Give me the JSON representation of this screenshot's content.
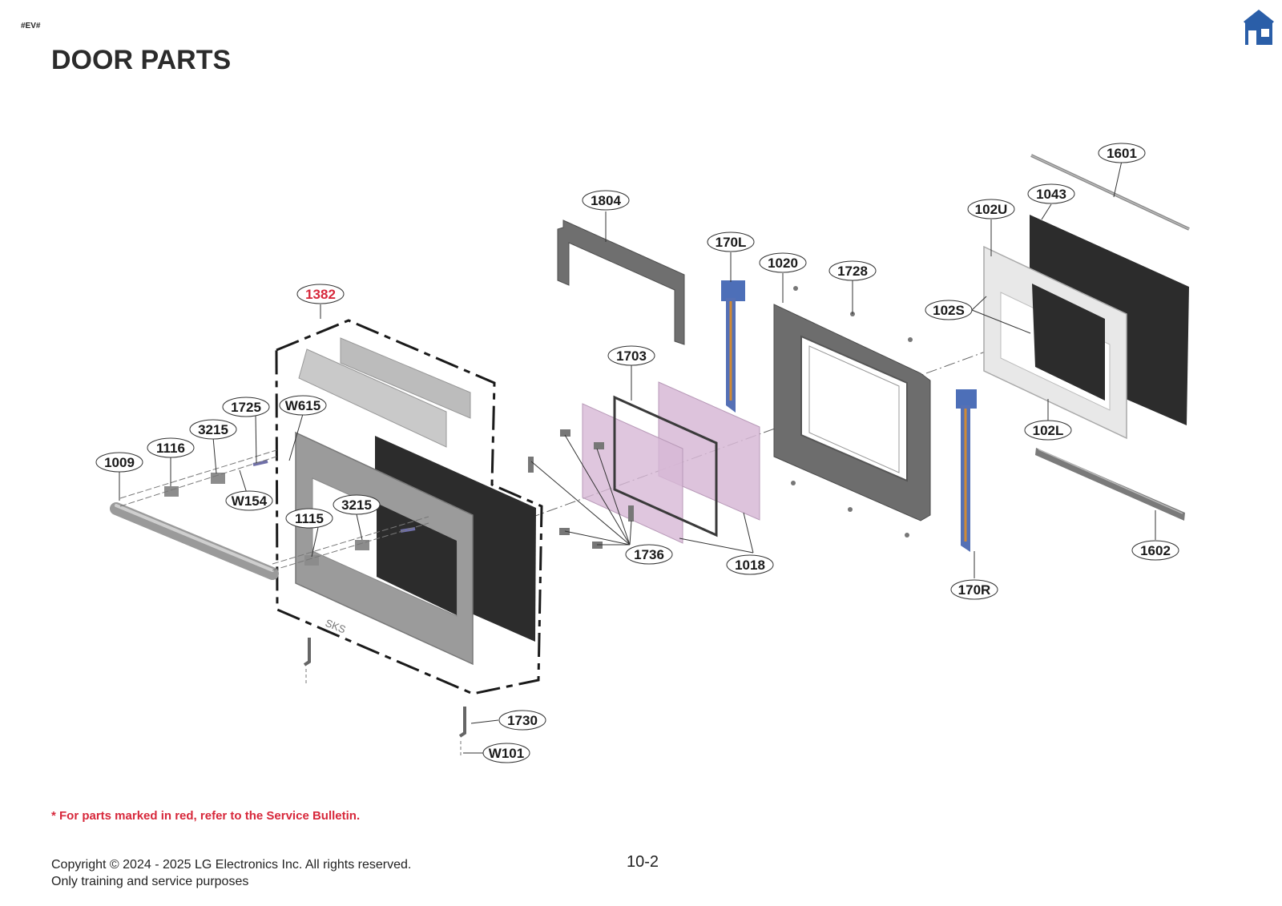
{
  "header": {
    "tag": "#EV#",
    "title": "DOOR PARTS",
    "home_icon": "home-icon"
  },
  "colors": {
    "red_note": "#d7283b",
    "home_blue": "#2a5ea8",
    "glass_pink": "#d7b8d6",
    "dark_panel": "#2b2b2b",
    "steel_gray": "#8a8a8a"
  },
  "parts": [
    {
      "id": "1601",
      "label": "1601",
      "red": false
    },
    {
      "id": "1043",
      "label": "1043",
      "red": false
    },
    {
      "id": "102U",
      "label": "102U",
      "red": false
    },
    {
      "id": "1804",
      "label": "1804",
      "red": false
    },
    {
      "id": "170L",
      "label": "170L",
      "red": false
    },
    {
      "id": "1020",
      "label": "1020",
      "red": false
    },
    {
      "id": "1728",
      "label": "1728",
      "red": false
    },
    {
      "id": "102S",
      "label": "102S",
      "red": false
    },
    {
      "id": "1382",
      "label": "1382",
      "red": true
    },
    {
      "id": "1703",
      "label": "1703",
      "red": false
    },
    {
      "id": "1725",
      "label": "1725",
      "red": false
    },
    {
      "id": "W615",
      "label": "W615",
      "red": false
    },
    {
      "id": "3215a",
      "label": "3215",
      "red": false
    },
    {
      "id": "1116",
      "label": "1116",
      "red": false
    },
    {
      "id": "1009",
      "label": "1009",
      "red": false
    },
    {
      "id": "W154",
      "label": "W154",
      "red": false
    },
    {
      "id": "3215b",
      "label": "3215",
      "red": false
    },
    {
      "id": "1115",
      "label": "1115",
      "red": false
    },
    {
      "id": "102L",
      "label": "102L",
      "red": false
    },
    {
      "id": "1602",
      "label": "1602",
      "red": false
    },
    {
      "id": "1736",
      "label": "1736",
      "red": false
    },
    {
      "id": "1018",
      "label": "1018",
      "red": false
    },
    {
      "id": "170R",
      "label": "170R",
      "red": false
    },
    {
      "id": "1730",
      "label": "1730",
      "red": false
    },
    {
      "id": "W101",
      "label": "W101",
      "red": false
    }
  ],
  "door_mark": "SKS",
  "footer": {
    "note": "* For parts marked in red, refer to the Service Bulletin.",
    "copyright_line1": "Copyright © 2024 - 2025 LG Electronics Inc. All rights reserved.",
    "copyright_line2": "Only training and service purposes",
    "page_number": "10-2"
  }
}
